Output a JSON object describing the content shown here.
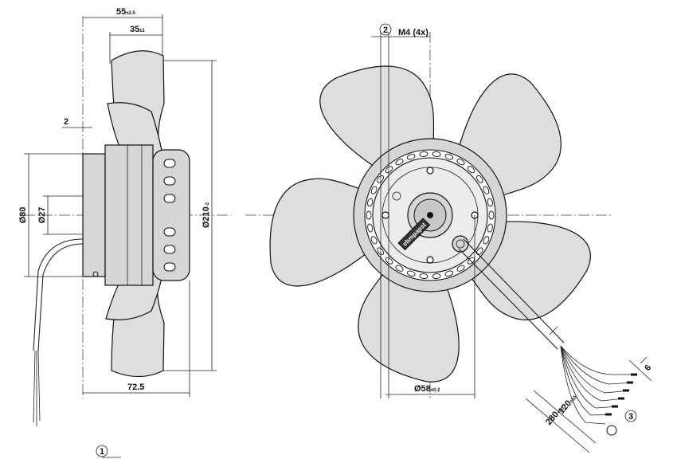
{
  "side_view": {
    "dim_55": {
      "value": "55",
      "tol": "±2.5"
    },
    "dim_35": {
      "value": "35",
      "tol": "±1"
    },
    "dim_2": {
      "value": "2"
    },
    "dim_80": {
      "value": "Ø80"
    },
    "dim_27": {
      "value": "Ø27"
    },
    "dim_210": {
      "value": "Ø210",
      "tol": "-2"
    },
    "dim_72_5": {
      "value": "72.5"
    },
    "marker_1": "1"
  },
  "front_view": {
    "marker_2": "2",
    "thread_label": "M4 (4x)",
    "dim_58": {
      "value": "Ø58",
      "tol": "±0.2"
    },
    "brand_label": "ebmpapst",
    "dim_6": {
      "value": "6"
    },
    "dim_120": {
      "value": "120",
      "tol": "±10"
    },
    "dim_280": {
      "value": "280",
      "tol": "+20"
    },
    "marker_3": "3"
  },
  "colors": {
    "line": "#111111",
    "fill": "#dedede"
  }
}
